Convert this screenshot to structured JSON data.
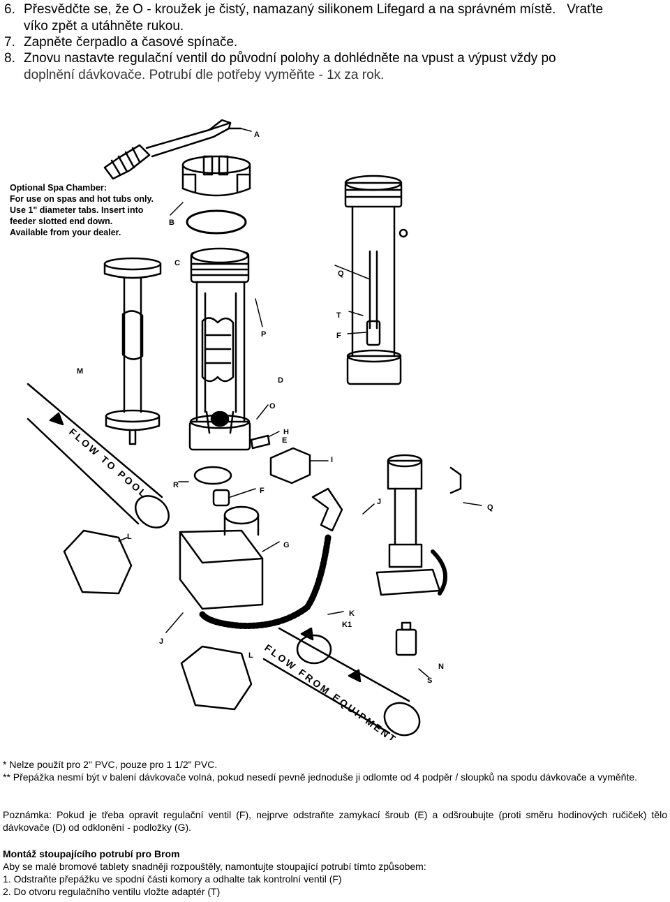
{
  "instructions": [
    {
      "num": "6.",
      "line1": "Přesvědčte se, že O - kroužek je čistý, namazaný silikonem Lifegard a na správném místě.   Vraťte",
      "line2": "víko zpět a utáhněte rukou."
    },
    {
      "num": "7.",
      "line1": "Zapněte čerpadlo a časové spínače."
    },
    {
      "num": "8.",
      "line1": "Znovu nastavte regulační ventil do původní polohy a dohlédněte na vpust a výpust vždy po",
      "line2": "doplnění dávkovače. Potrubí dle potřeby vyměňte - 1x za rok."
    }
  ],
  "diagram": {
    "optional_spa": [
      "Optional Spa Chamber:",
      "For use on spas and hot tubs only.",
      "Use 1\" diameter tabs. Insert into",
      "feeder slotted end down.",
      "Available from your dealer."
    ],
    "flow_to_pool": "FLOW TO POOL",
    "flow_from_equipment": "FLOW FROM EQUIPMENT",
    "part_labels": {
      "A": "A",
      "B": "B",
      "C": "C",
      "P": "P",
      "D": "D",
      "O": "O",
      "H": "H",
      "E": "E",
      "I": "I",
      "F1": "F",
      "F2": "F",
      "G": "G",
      "Q1": "Q",
      "Q2": "Q",
      "T": "T",
      "M": "M",
      "R": "R",
      "L1": "L",
      "L2": "L",
      "J1": "J",
      "J2": "J",
      "K": "K",
      "K1": "K1",
      "N": "N",
      "S": "S"
    }
  },
  "notes": {
    "note1": "*  Nelze použít pro 2\" PVC, pouze pro 1 1/2\" PVC.",
    "note2": "** Přepážka nesmí být v balení dávkovače volná, pokud nesedí pevně jednoduše ji odlomte od 4 podpěr / sloupků na spodu dávkovače a vyměňte.",
    "note3": "Poznámka: Pokud je třeba opravit regulační ventil (F), nejprve odstraňte zamykací šroub (E) a odšroubujte (proti směru hodinových ručiček) tělo dávkovače (D) od odklonění - podložky (G).",
    "riser_title": "Montáž stoupajícího potrubí pro Brom",
    "riser_intro": "Aby se malé bromové tablety snadněji rozpouštěly, namontujte stoupající potrubí tímto způsobem:",
    "riser_step1": "1. Odstraňte přepážku ve spodní části komory a odhalte tak kontrolní ventil (F)",
    "riser_step2": "2.   Do otvoru regulačního ventilu vložte adaptér (T)"
  }
}
